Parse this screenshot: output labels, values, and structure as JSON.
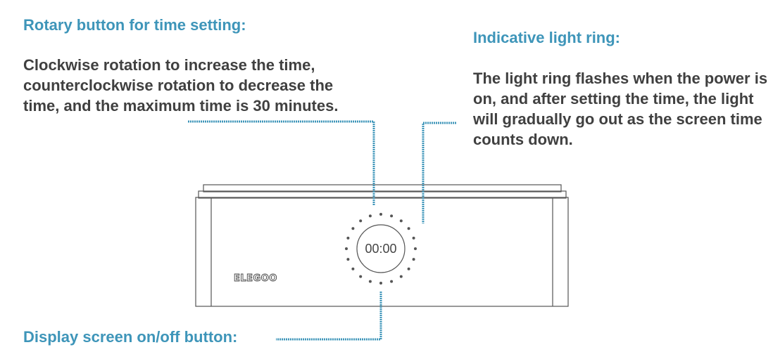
{
  "colors": {
    "heading": "#3e95b9",
    "body_text": "#404040",
    "device_outline": "#555555",
    "leader_line": "#3e95b9"
  },
  "callouts": {
    "rotary": {
      "heading": "Rotary button for time setting:",
      "description": "Clockwise rotation to increase the time, counterclockwise rotation to decrease the time, and the maximum time is 30 minutes."
    },
    "ring": {
      "heading": "Indicative light ring:",
      "description": "The light ring flashes when the power is on, and after setting the time, the light will gradually go out as the screen time counts down."
    },
    "display": {
      "heading": "Display screen on/off button:"
    }
  },
  "device": {
    "brand_logo": "ELEGOO",
    "screen_time": "00:00",
    "light_ring_dot_count": 20
  }
}
